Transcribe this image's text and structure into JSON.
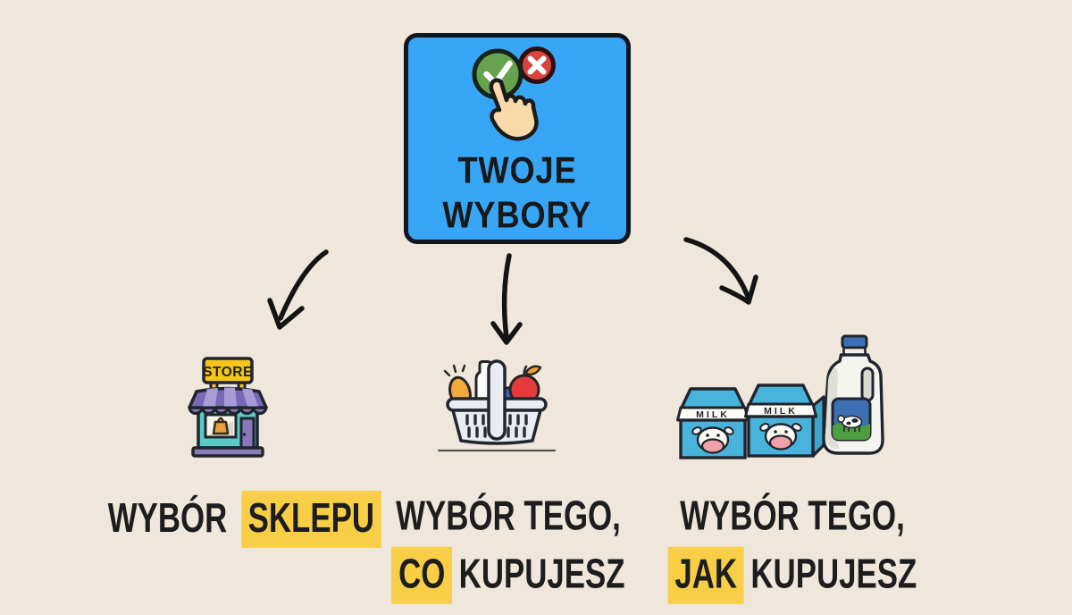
{
  "title_box": {
    "line1": "TWOJE",
    "line2": "WYBORY"
  },
  "branches": [
    {
      "id": "store",
      "label": {
        "pre": "WYBÓR",
        "highlight": "SKLEPU"
      }
    },
    {
      "id": "what-you-buy",
      "label_line1": "WYBÓR TEGO,",
      "label_line2": {
        "highlight": "CO",
        "rest": "KUPUJESZ"
      }
    },
    {
      "id": "how-you-buy",
      "label_line1": "WYBÓR TEGO,",
      "label_line2": {
        "highlight": "JAK",
        "rest": "KUPUJESZ"
      }
    }
  ],
  "icon_texts": {
    "store_sign": "STORE",
    "milk_carton": "MILK"
  },
  "colors": {
    "background": "#EFE7DB",
    "box_blue": "#38A6F6",
    "outline_dark": "#11161E",
    "text_dark": "#1D1D1D",
    "highlight_yellow": "#F7CE46",
    "check_green": "#67A24F",
    "cross_red": "#D8453E",
    "hand_skin": "#F8D9A8",
    "store_teal": "#5BC9C5",
    "store_purple": "#7A68B5",
    "sign_yellow": "#F4C51D",
    "milk_blue": "#49B4DB",
    "jug_cap_blue": "#3E6FB5"
  }
}
